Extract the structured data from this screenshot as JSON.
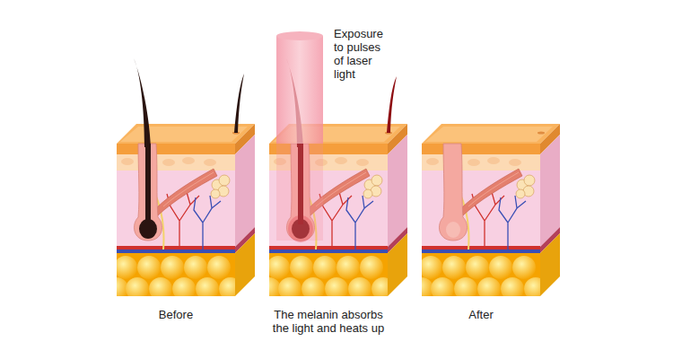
{
  "diagram": {
    "labels": [
      "Exposure to pulses of laser light",
      "Before",
      "The melanin absorbs the light and heats up",
      "After"
    ]
  }
}
